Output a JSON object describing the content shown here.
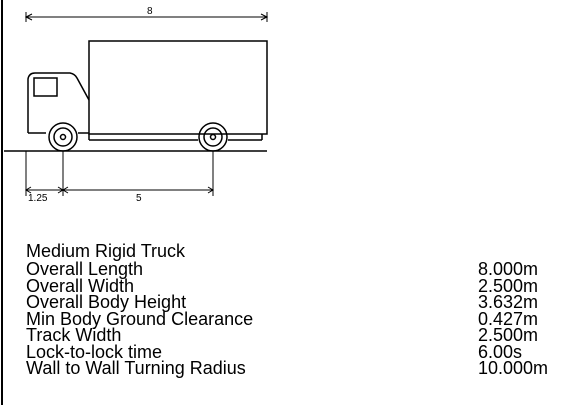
{
  "drawing": {
    "overall_length_dim": "8",
    "front_overhang_dim": "1.25",
    "wheelbase_dim": "5"
  },
  "specs": {
    "title": "Medium Rigid Truck",
    "rows": [
      {
        "label": "Overall Length",
        "value": "8.000m"
      },
      {
        "label": "Overall Width",
        "value": "2.500m"
      },
      {
        "label": "Overall Body Height",
        "value": "3.632m"
      },
      {
        "label": "Min Body Ground Clearance",
        "value": "0.427m"
      },
      {
        "label": "Track Width",
        "value": "2.500m"
      },
      {
        "label": "Lock-to-lock time",
        "value": "6.00s"
      },
      {
        "label": "Wall to Wall Turning Radius",
        "value": "10.000m"
      }
    ]
  }
}
